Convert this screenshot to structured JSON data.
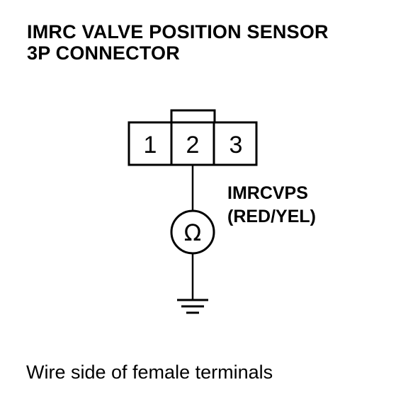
{
  "title": {
    "line1": "IMRC VALVE POSITION SENSOR",
    "line2": "3P CONNECTOR"
  },
  "connector": {
    "pins": [
      "1",
      "2",
      "3"
    ],
    "tested_pin": "2"
  },
  "wire": {
    "name": "IMRCVPS",
    "color": "(RED/YEL)"
  },
  "meter": {
    "symbol": "Ω",
    "icon": "ohmmeter-icon"
  },
  "ground": {
    "icon": "ground-icon"
  },
  "caption": "Wire side of female terminals"
}
